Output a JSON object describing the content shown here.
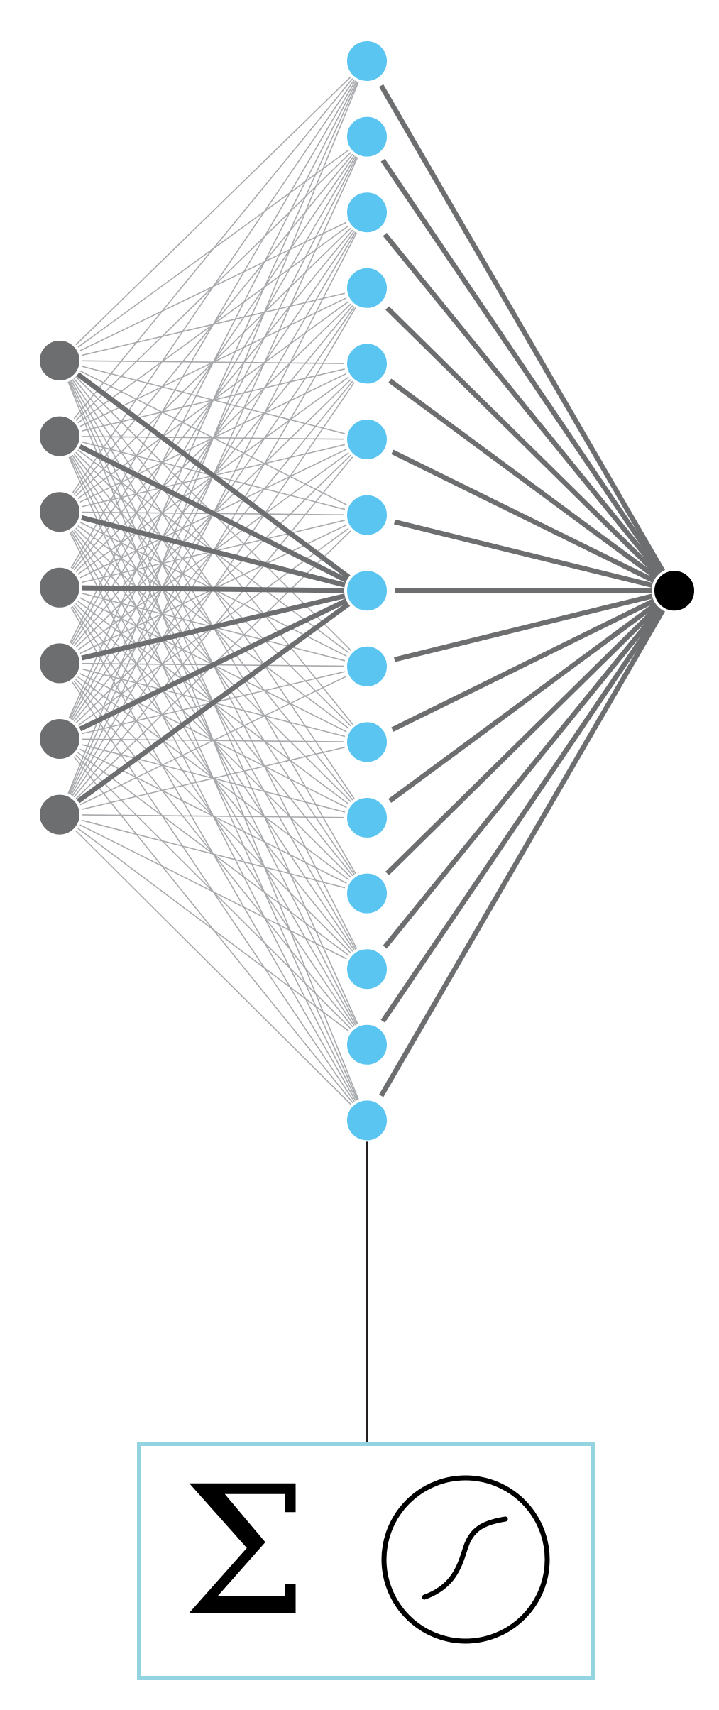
{
  "diagram": {
    "layers": [
      {
        "name": "input",
        "count": 7,
        "color": "#6d6e70"
      },
      {
        "name": "hidden",
        "count": 15,
        "color": "#5bc5f2"
      },
      {
        "name": "output",
        "count": 1,
        "color": "#000000"
      }
    ],
    "highlighted_hidden_index": 7,
    "detail_hidden_index": 14,
    "colors": {
      "thin_edge": "#a7a9ac",
      "thick_edge": "#6d6e70",
      "output_edge": "#6d6e70",
      "detail_box_border": "#94d3e0",
      "callout_line": "#231f20",
      "detail_symbol": "#000000"
    },
    "detail_box": {
      "symbols": [
        {
          "name": "summation",
          "glyph": "Σ"
        },
        {
          "name": "activation-sigmoid",
          "glyph": "sigmoid"
        }
      ]
    }
  }
}
